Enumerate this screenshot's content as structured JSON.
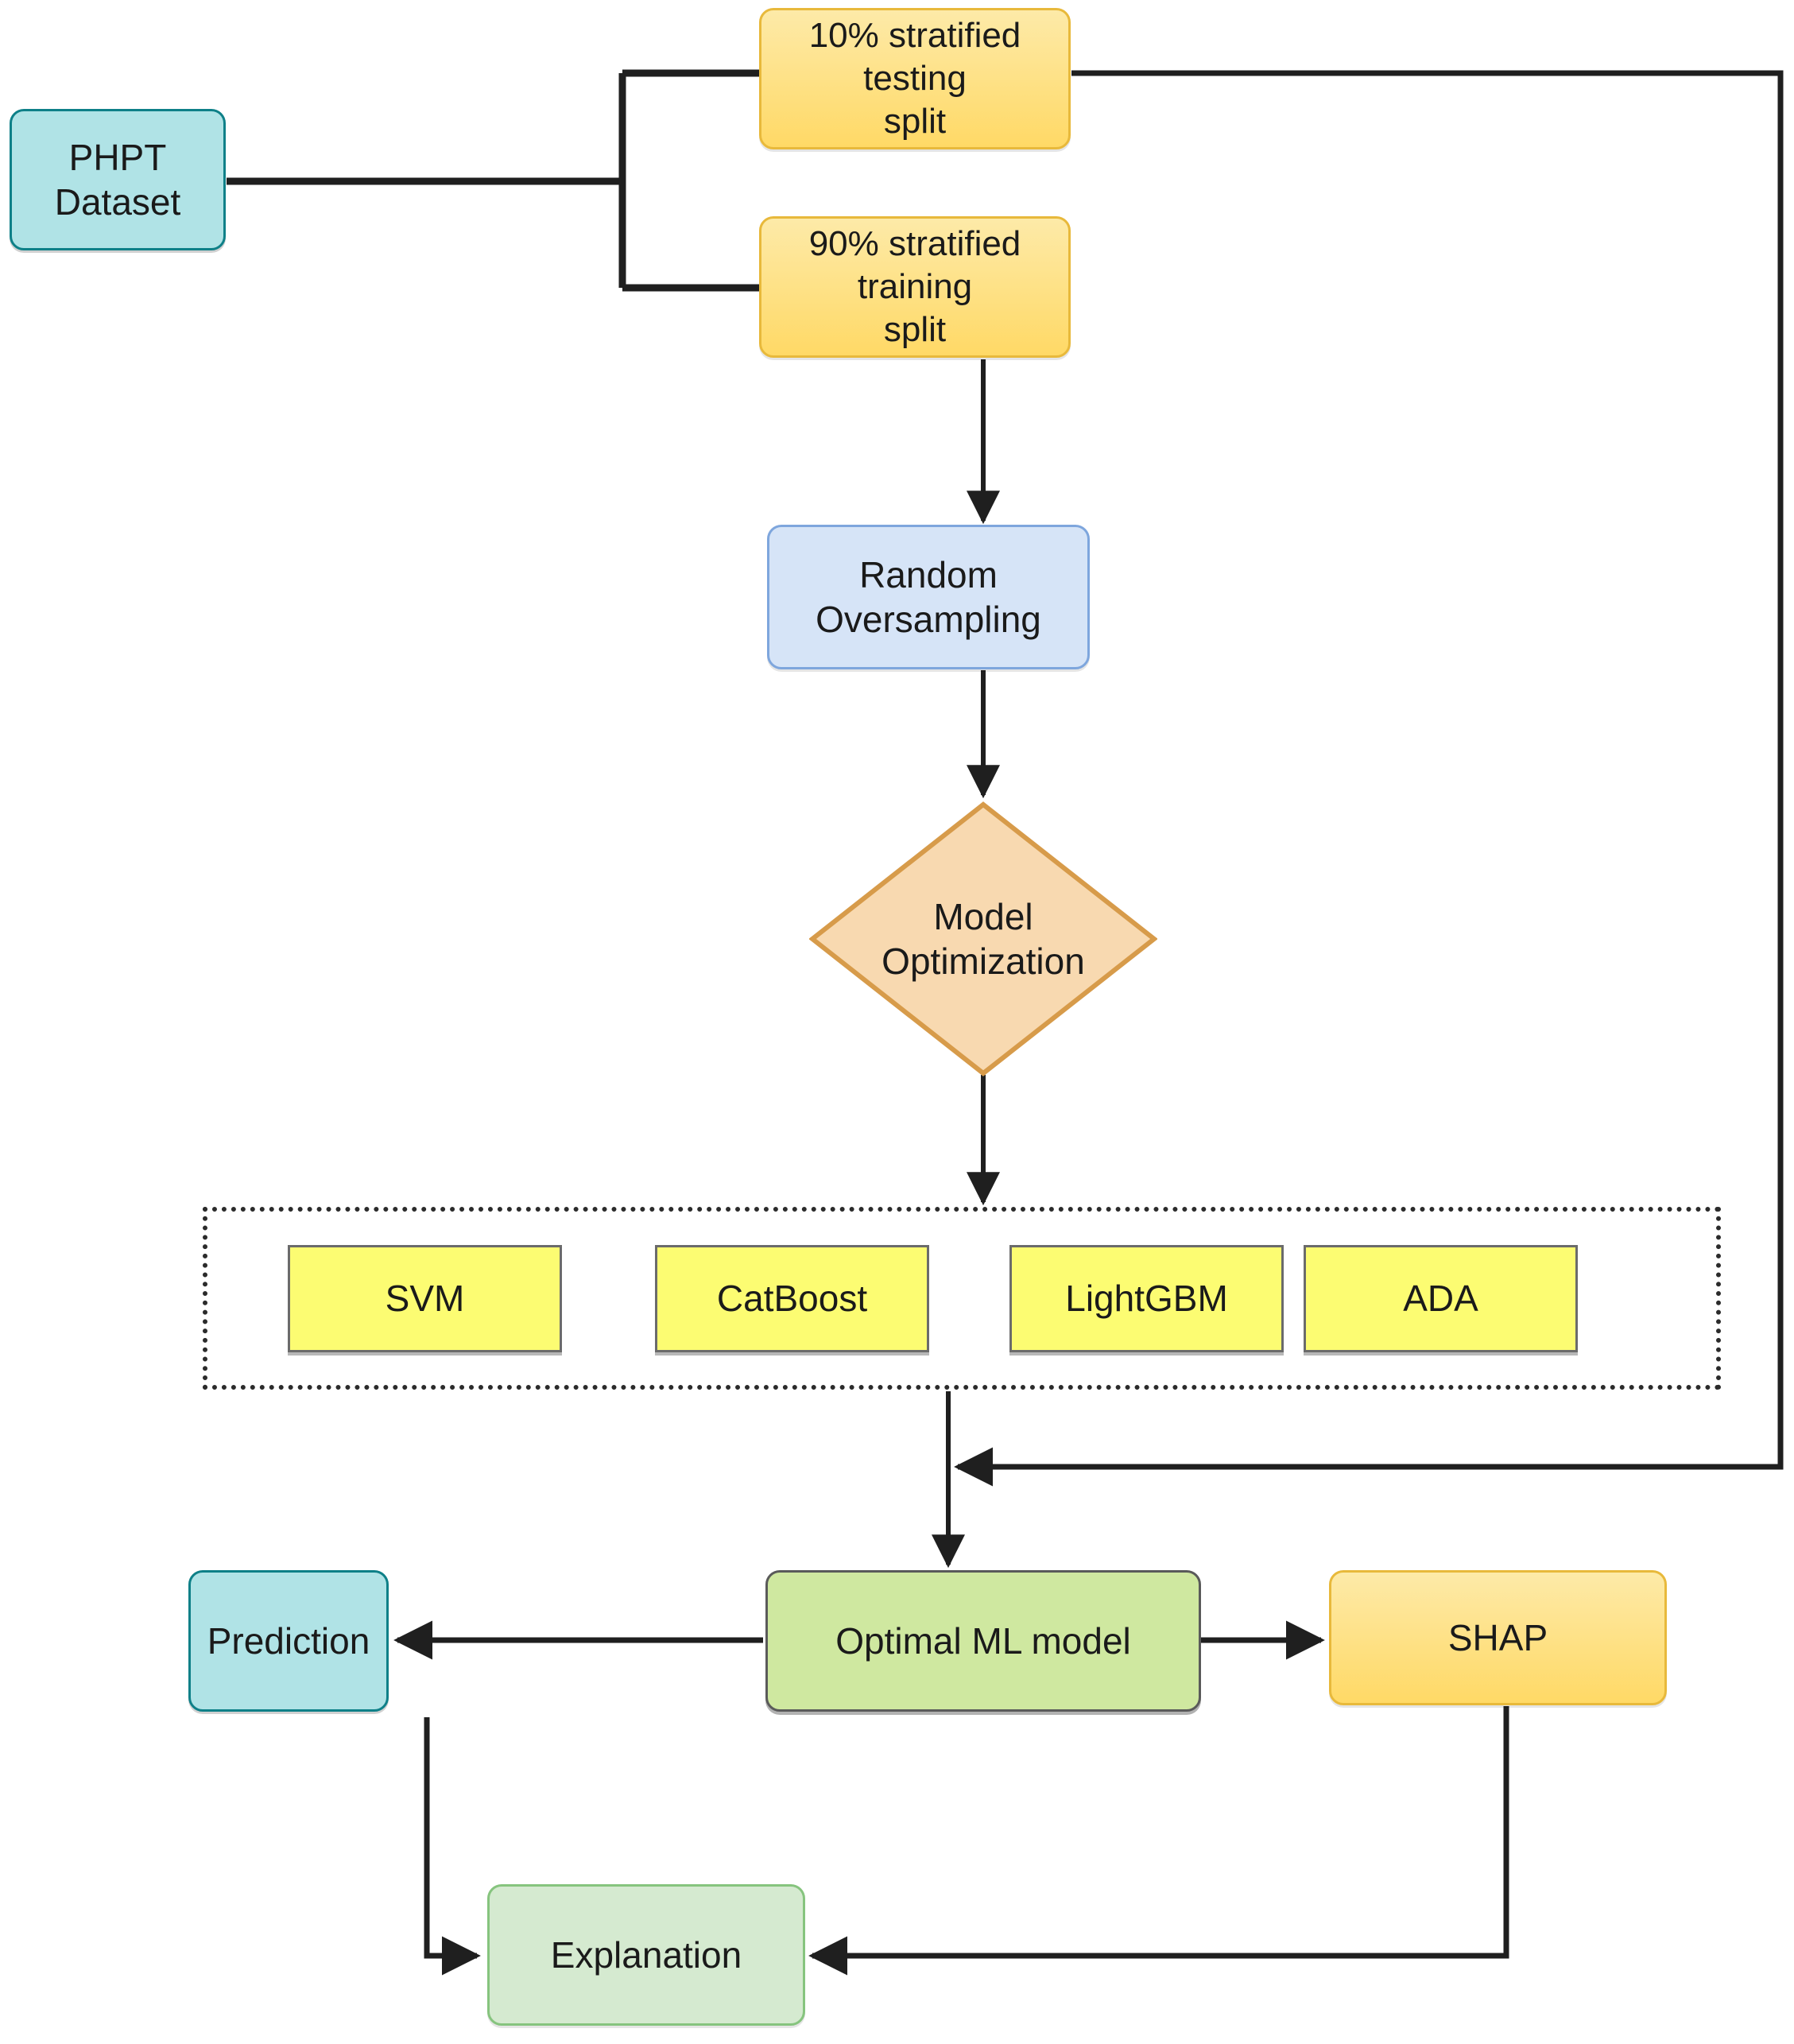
{
  "diagram": {
    "title": "Machine Learning Pipeline Flowchart",
    "type": "flowchart",
    "background_color": "#ffffff"
  },
  "nodes": {
    "dataset": {
      "label": "PHPT Dataset",
      "shape": "rounded-rectangle",
      "fill": "#b0e3e6",
      "stroke": "#0e8088"
    },
    "testing_split": {
      "label": "10% stratified testing\nsplit",
      "shape": "rounded-rectangle",
      "fill": "#ffd966",
      "stroke": "#e8b93b"
    },
    "training_split": {
      "label": "90% stratified training\nsplit",
      "shape": "rounded-rectangle",
      "fill": "#ffd966",
      "stroke": "#e8b93b"
    },
    "oversampling": {
      "label": "Random\nOversampling",
      "shape": "rounded-rectangle",
      "fill": "#d6e4f7",
      "stroke": "#7ea6dd"
    },
    "optimization": {
      "label": "Model\nOptimization",
      "shape": "diamond",
      "fill": "#f8d9b0",
      "stroke": "#d79b4a"
    },
    "optimal_model": {
      "label": "Optimal ML model",
      "shape": "rounded-rectangle",
      "fill": "#cfe8a0",
      "stroke": "#5a5a5a"
    },
    "prediction": {
      "label": "Prediction",
      "shape": "rounded-rectangle",
      "fill": "#b0e3e6",
      "stroke": "#0e8088"
    },
    "shap": {
      "label": "SHAP",
      "shape": "rounded-rectangle",
      "fill": "#ffd966",
      "stroke": "#e8b93b"
    },
    "explanation": {
      "label": "Explanation",
      "shape": "rounded-rectangle",
      "fill": "#d5ead0",
      "stroke": "#86c47e"
    }
  },
  "algorithm_group": {
    "border_style": "dotted",
    "border_color": "#2b2b2b",
    "items": [
      {
        "label": "SVM",
        "fill": "#fcfc72",
        "stroke": "#6b6b6b"
      },
      {
        "label": "CatBoost",
        "fill": "#fcfc72",
        "stroke": "#6b6b6b"
      },
      {
        "label": "LightGBM",
        "fill": "#fcfc72",
        "stroke": "#6b6b6b"
      },
      {
        "label": "ADA",
        "fill": "#fcfc72",
        "stroke": "#6b6b6b"
      }
    ]
  },
  "edges": [
    {
      "from": "dataset",
      "to": "testing_split",
      "arrow": false
    },
    {
      "from": "dataset",
      "to": "training_split",
      "arrow": false
    },
    {
      "from": "training_split",
      "to": "oversampling",
      "arrow": true
    },
    {
      "from": "oversampling",
      "to": "optimization",
      "arrow": true
    },
    {
      "from": "optimization",
      "to": "algorithm_group",
      "arrow": true
    },
    {
      "from": "algorithm_group",
      "to": "optimal_model",
      "arrow": true
    },
    {
      "from": "testing_split",
      "to": "optimal_model",
      "arrow": true
    },
    {
      "from": "optimal_model",
      "to": "prediction",
      "arrow": true
    },
    {
      "from": "optimal_model",
      "to": "shap",
      "arrow": true
    },
    {
      "from": "prediction",
      "to": "explanation",
      "arrow": true
    },
    {
      "from": "shap",
      "to": "explanation",
      "arrow": true
    }
  ],
  "edge_color": "#1f1f1f"
}
